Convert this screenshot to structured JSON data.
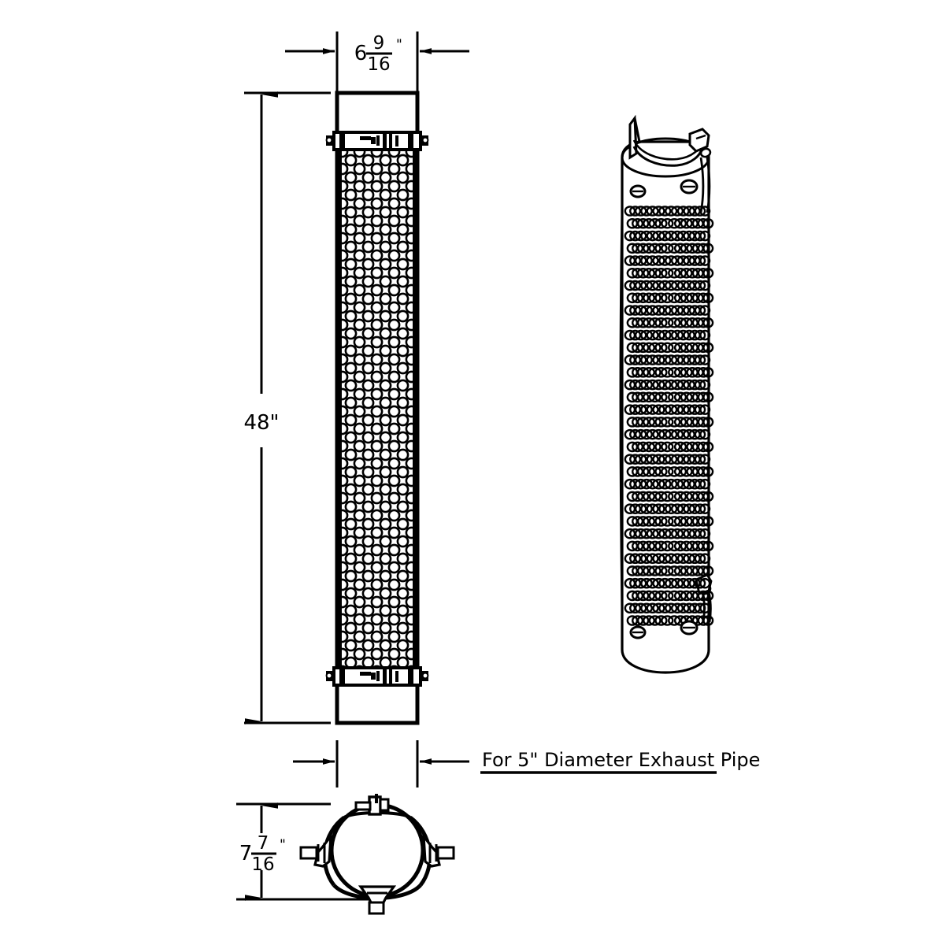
{
  "drawing": {
    "title": "Exhaust Heat Shield Technical Drawing",
    "background_color": "#ffffff",
    "line_color": "#000000"
  },
  "dimensions": {
    "width_top": {
      "label": "6 9/16\"",
      "whole": "6",
      "numerator": "9",
      "denominator": "16",
      "unit": "\"",
      "orientation": "horizontal",
      "location": "top"
    },
    "length": {
      "label": "48\"",
      "whole": "48",
      "unit": "\"",
      "orientation": "vertical",
      "location": "left"
    },
    "height_bottom": {
      "label": "7 7/16\"",
      "whole": "7",
      "numerator": "7",
      "denominator": "16",
      "unit": "\"",
      "orientation": "vertical",
      "location": "bottom-left"
    }
  },
  "annotations": {
    "pipe_note": "For 5\" Diameter Exhaust Pipe"
  },
  "views": {
    "front_elevation": {
      "name": "front-elevation-view",
      "description": "Front elevation of perforated exhaust heat shield with clamp bands"
    },
    "isometric": {
      "name": "isometric-view",
      "description": "Isometric pictorial view of cylindrical perforated heat shield"
    },
    "end_section": {
      "name": "end-section-view",
      "description": "End view showing clamp ring with bolt assemblies"
    }
  },
  "components": {
    "upper_clamp": "upper-clamp-band",
    "lower_clamp": "lower-clamp-band",
    "perforated_panel": "perforated-panel",
    "shell": "cylindrical-shell",
    "mounting_screws": "mounting-screws",
    "clamp_ring": "clamp-ring",
    "clamp_bolt": "clamp-bolt"
  }
}
